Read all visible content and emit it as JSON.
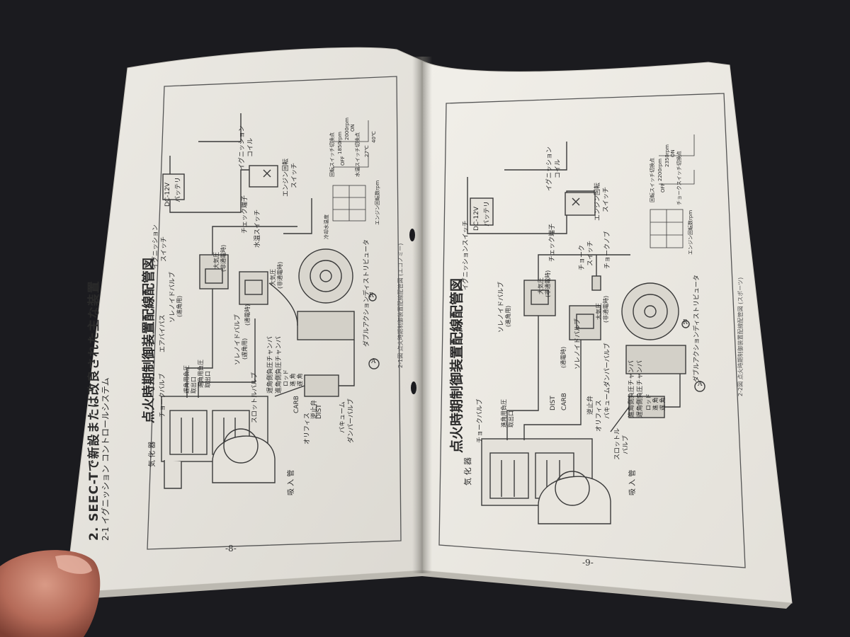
{
  "left_page": {
    "section_title": "2. SEEC-Tで新設または改良された主な装置",
    "subsection_title": "2-1 イグニッション コントロールシステム",
    "diagram_title": "点火時期制御装置配線配管図",
    "page_number": "-8-",
    "figure_caption": "2-1図 点火時期制御装置配線配管図 (エコノミー)",
    "labels": {
      "carburetor": "気 化 器",
      "choke_valve": "チョークバルブ",
      "air_bypass": "エアバイパス",
      "advance_port_1": "遅角用負圧",
      "advance_port_2": "取出口",
      "advance_port_3": "進角用負圧",
      "advance_port_4": "取出口",
      "throttle": "スロットルバルブ",
      "intake": "吸 入 管",
      "orifice": "オリフィス",
      "check_valve": "逆止弁",
      "carb": "CARB",
      "dist": "DIST",
      "vacuum_damper": "バキューム",
      "damper_valve": "ダンパーバルブ",
      "solenoid_advance": "ソレノイドバルブ",
      "solenoid_advance_sub": "(進角用)",
      "solenoid_retard": "ソレノイドバルブ",
      "solenoid_retard_sub": "(遅角用)",
      "retard_chamber": "遅角側負圧チャンバ",
      "advance_chamber": "進角側負圧チャンバ",
      "rod": "ロッド",
      "advance": "進 角",
      "retard": "遅 角",
      "ignition_switch": "イグニッション",
      "ignition_switch_2": "スイッチ",
      "battery": "DC-12V",
      "battery_label": "バッテリ",
      "coil_1": "イグニッション",
      "coil_2": "コイル",
      "check_terminal": "チェック端子",
      "water_temp_switch": "水温スイッチ",
      "engine_speed_switch": "エンジン回転",
      "engine_speed_switch_2": "スイッチ",
      "atmosphere_1": "大気圧",
      "atmosphere_2": "(非通電時)",
      "atmosphere_3": "大気圧",
      "atmosphere_4": "(非通電時)",
      "vacuum_energized": "(通電時)",
      "double_action": "ダブルアクションディストリビュータ",
      "speed_switch_point": "回転スイッチ切換点",
      "rpm_1": "1850rpm",
      "rpm_2": "2000rpm",
      "off": "OFF",
      "on": "ON",
      "water_temp_point": "水温スイッチ切換点",
      "temp_1": "27℃",
      "temp_2": "40℃",
      "engine_rpm": "エンジン回転数rpm",
      "cold": "冷却水温度",
      "point_a": "A",
      "point_r": "R"
    }
  },
  "right_page": {
    "diagram_title": "点火時期制御装置配線配管図",
    "page_number": "-9-",
    "figure_caption": "2-2図 点火時期制御装置配線配管図 (スポーツ)",
    "labels": {
      "carburetor": "気 化 器",
      "choke_valve": "チョークバルブ",
      "advance_port_1": "進角用負圧",
      "advance_port_2": "取出口",
      "throttle_1": "スロットル",
      "throttle_2": "バルブ",
      "intake": "吸 入 管",
      "orifice": "オリフィス",
      "check_valve": "逆止弁",
      "carb": "CARB",
      "dist": "DIST",
      "vacuum_damper": "バキュームダンパーバルブ",
      "solenoid": "ソレノイドバルブ",
      "solenoid_sub": "(進角用)",
      "solenoid_2": "ソレノイドバルブ",
      "advance_chamber": "進角側負圧チャンバ",
      "retard_chamber": "遅角側負圧チャンバ",
      "rod": "ロッド",
      "advance": "進 角",
      "retard": "遅 角",
      "ignition_switch": "イグニッションスイッチ",
      "battery": "DC-12V",
      "battery_label": "バッテリ",
      "coil_1": "イグニッション",
      "coil_2": "コイル",
      "check_terminal": "チェック端子",
      "choke_switch": "チョーク",
      "choke_switch_2": "スイッチ",
      "choke_knob": "チョークノブ",
      "engine_speed_switch": "エンジン回転",
      "engine_speed_switch_2": "スイッチ",
      "atmosphere_1": "大気圧",
      "atmosphere_2": "(非通電時)",
      "atmosphere_3": "大気圧",
      "atmosphere_4": "(非通電時)",
      "vacuum_energized": "(通電時)",
      "double_action": "ダブルアクションディストリビュータ",
      "speed_switch_point": "回転スイッチ切換点",
      "rpm_1": "2200rpm",
      "rpm_2": "2350rpm",
      "off": "OFF",
      "on": "ON",
      "choke_point": "チョークスイッチ切換点",
      "engine_rpm": "エンジン回転数rpm",
      "point_a": "A",
      "point_r": "R"
    }
  }
}
